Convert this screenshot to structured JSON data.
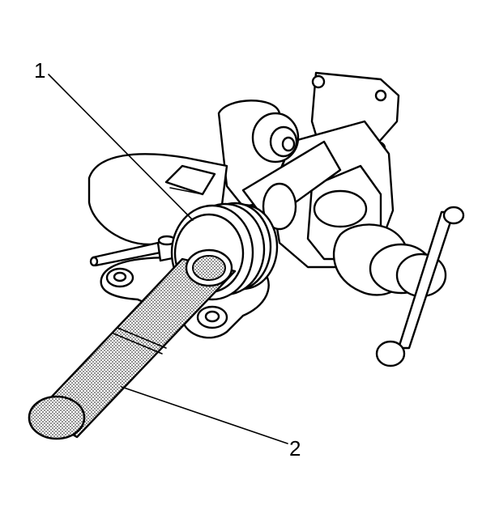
{
  "figure": {
    "callouts": [
      {
        "id": "1",
        "label": "1"
      },
      {
        "id": "2",
        "label": "2"
      }
    ],
    "colors": {
      "line": "#000000",
      "background": "#ffffff",
      "stipple": "#000000"
    }
  }
}
